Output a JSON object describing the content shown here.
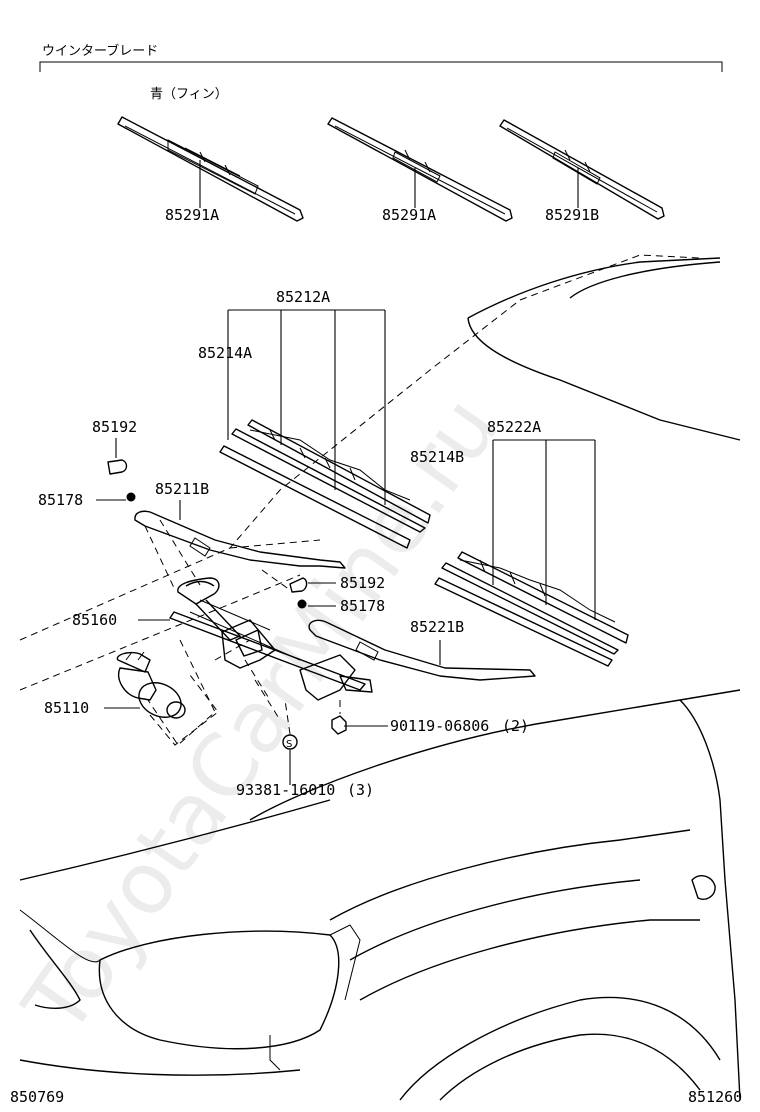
{
  "header": {
    "section_title": "ウインターブレード",
    "blue_fin_note": "青（フィン）"
  },
  "parts": {
    "winter_blade_1": "85291A",
    "winter_blade_2": "85291A",
    "winter_blade_3": "85291B",
    "blade_assembly_a": "85212A",
    "blade_rubber_a": "85214A",
    "blade_assembly_b": "85222A",
    "blade_rubber_b": "85214B",
    "cap_1": "85192",
    "nut_1": "85178",
    "arm_right": "85211B",
    "cap_2": "85192",
    "nut_2": "85178",
    "link_assembly": "85160",
    "arm_left": "85221B",
    "motor": "85110",
    "bolt": "90119-06806",
    "bolt_qty": "(2)",
    "clip": "93381-16010",
    "clip_qty": "(3)"
  },
  "footer": {
    "left_code": "850769",
    "right_code": "851260"
  },
  "watermark": "ToyotaCarMine.ru"
}
